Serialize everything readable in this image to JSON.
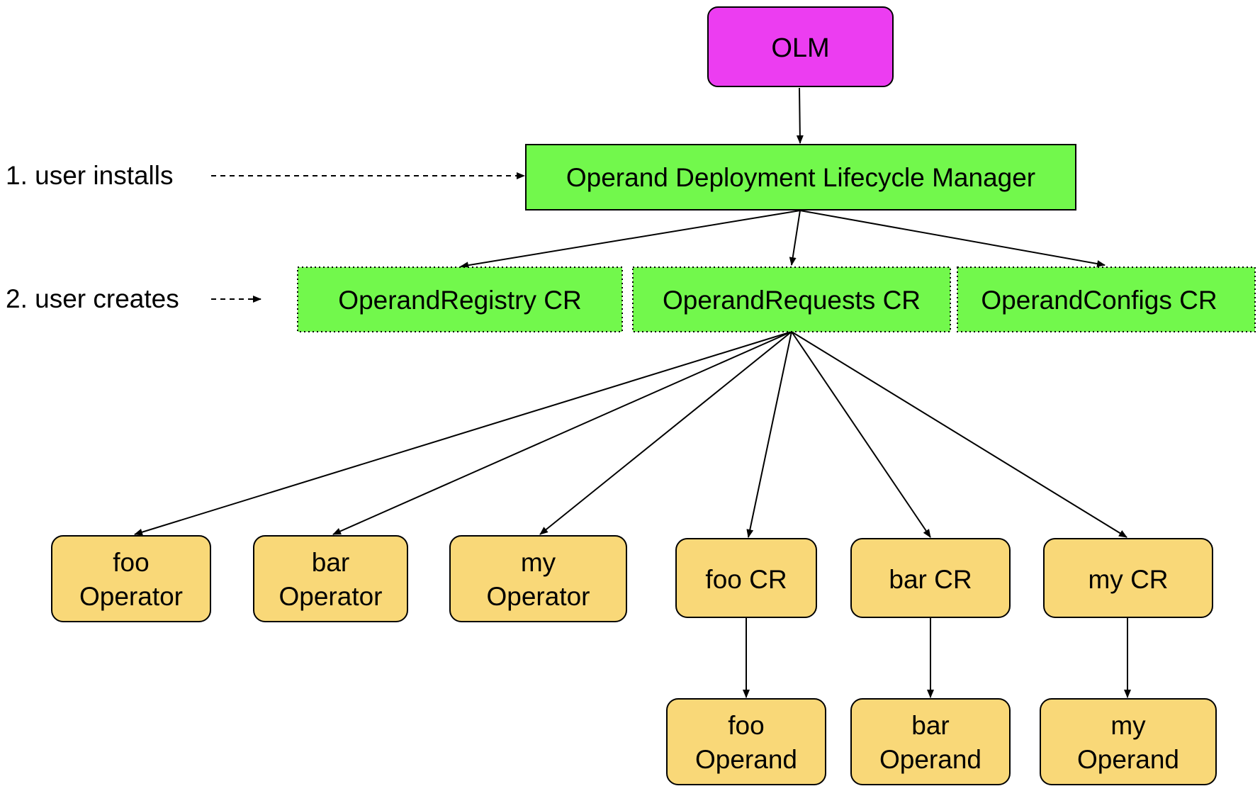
{
  "colors": {
    "olm_fill": "#ec3df1",
    "manager_fill": "#72f84c",
    "cr_fill": "#72f84c",
    "leaf_fill": "#f9d878",
    "stroke": "#000000"
  },
  "annotations": {
    "step1": "1. user installs",
    "step2": "2. user creates"
  },
  "nodes": {
    "olm": {
      "label": "OLM"
    },
    "manager": {
      "label": "Operand Deployment Lifecycle Manager"
    },
    "registry_cr": {
      "label": "OperandRegistry CR"
    },
    "requests_cr": {
      "label": "OperandRequests CR"
    },
    "configs_cr": {
      "label": "OperandConfigs CR"
    },
    "foo_operator": {
      "line1": "foo",
      "line2": "Operator"
    },
    "bar_operator": {
      "line1": "bar",
      "line2": "Operator"
    },
    "my_operator": {
      "line1": "my",
      "line2": "Operator"
    },
    "foo_cr": {
      "label": "foo CR"
    },
    "bar_cr": {
      "label": "bar CR"
    },
    "my_cr": {
      "label": "my CR"
    },
    "foo_operand": {
      "line1": "foo",
      "line2": "Operand"
    },
    "bar_operand": {
      "line1": "bar",
      "line2": "Operand"
    },
    "my_operand": {
      "line1": "my",
      "line2": "Operand"
    }
  },
  "edges": [
    {
      "from": "olm",
      "to": "manager"
    },
    {
      "from": "manager",
      "to": "registry_cr"
    },
    {
      "from": "manager",
      "to": "requests_cr"
    },
    {
      "from": "manager",
      "to": "configs_cr"
    },
    {
      "from": "requests_cr",
      "to": "foo_operator"
    },
    {
      "from": "requests_cr",
      "to": "bar_operator"
    },
    {
      "from": "requests_cr",
      "to": "my_operator"
    },
    {
      "from": "requests_cr",
      "to": "foo_cr"
    },
    {
      "from": "requests_cr",
      "to": "bar_cr"
    },
    {
      "from": "requests_cr",
      "to": "my_cr"
    },
    {
      "from": "foo_cr",
      "to": "foo_operand"
    },
    {
      "from": "bar_cr",
      "to": "bar_operand"
    },
    {
      "from": "my_cr",
      "to": "my_operand"
    }
  ]
}
